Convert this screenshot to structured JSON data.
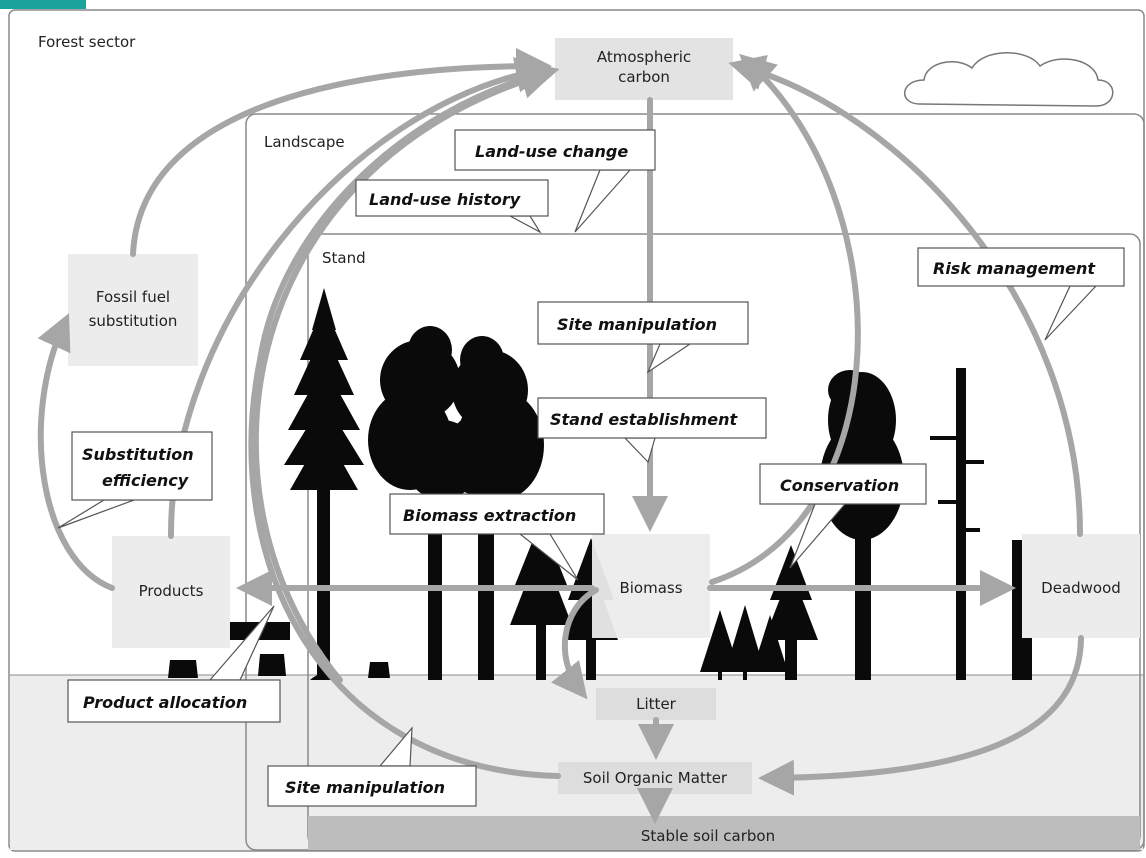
{
  "diagram": {
    "regions": {
      "forest_sector": "Forest sector",
      "landscape": "Landscape",
      "stand": "Stand"
    },
    "nodes": {
      "atmospheric_carbon": [
        "Atmospheric",
        "carbon"
      ],
      "fossil_fuel_substitution": [
        "Fossil fuel",
        "substitution"
      ],
      "products": "Products",
      "biomass": "Biomass",
      "deadwood": "Deadwood",
      "litter": "Litter",
      "soil_organic_matter": "Soil Organic Matter",
      "stable_soil_carbon": "Stable soil carbon"
    },
    "callouts": {
      "land_use_change": "Land-use change",
      "land_use_history": "Land-use history",
      "risk_management": "Risk management",
      "site_manipulation_upper": "Site manipulation",
      "stand_establishment": "Stand establishment",
      "substitution_efficiency": [
        "Substitution",
        "efficiency"
      ],
      "biomass_extraction": "Biomass extraction",
      "conservation": "Conservation",
      "product_allocation": "Product allocation",
      "site_manipulation_lower": "Site manipulation"
    },
    "colors": {
      "arrow": "#a6a6a6",
      "node_fill": "#ececec",
      "soil_layer": "#ededed",
      "stable_soil": "#bdbdbd",
      "tree": "#0a0a0a",
      "frame": "#8a8a8a",
      "accent_tab": "#1aa39a"
    }
  }
}
